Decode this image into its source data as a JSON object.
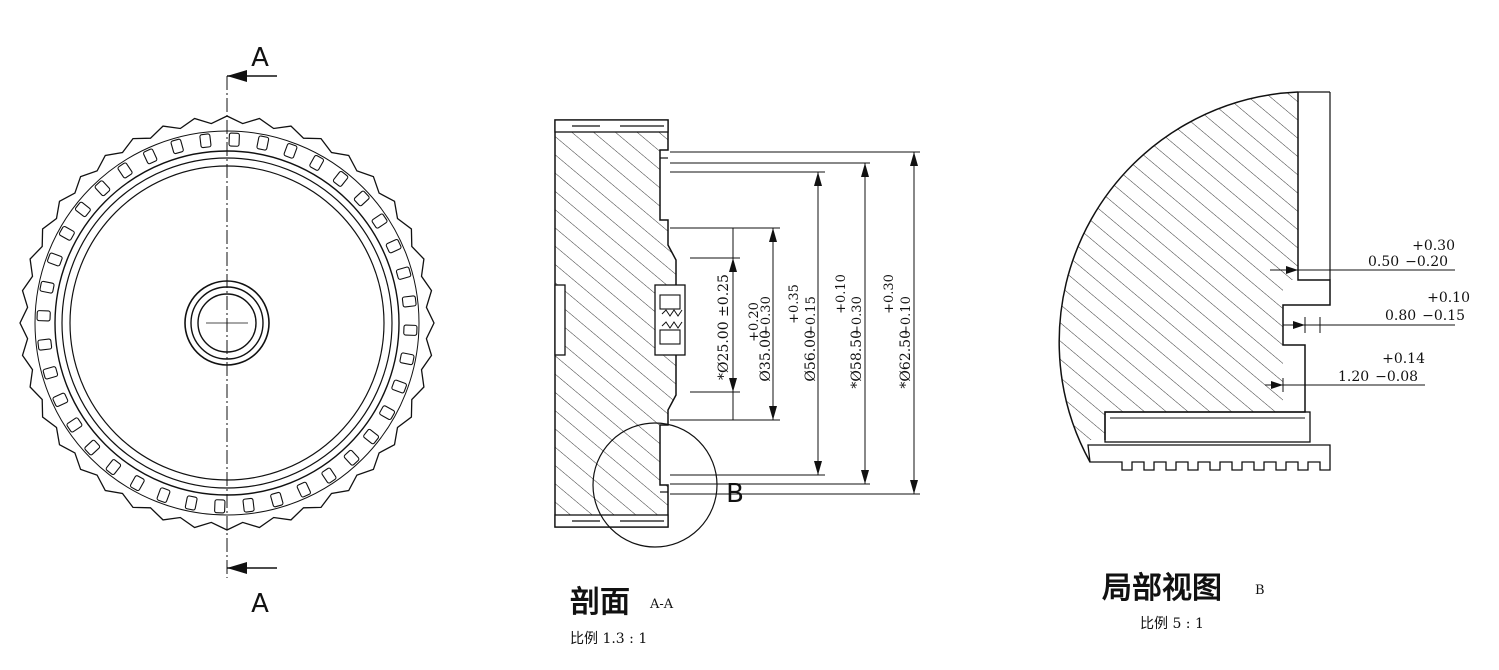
{
  "front_view": {
    "section_letter_top": "A",
    "section_letter_bottom": "A"
  },
  "section_view": {
    "title": "剖面",
    "title_suffix": "A-A",
    "scale": "比例 1.3 : 1",
    "detail_callout": "B",
    "dimensions": [
      {
        "prefix": "*",
        "text": "Ø25.00 ±0.25",
        "upper": "",
        "lower": ""
      },
      {
        "prefix": "",
        "text": "Ø35.00",
        "upper": "+0.20",
        "lower": "−0.30"
      },
      {
        "prefix": "",
        "text": "Ø56.00",
        "upper": "+0.35",
        "lower": "−0.15"
      },
      {
        "prefix": "*",
        "text": "Ø58.50",
        "upper": "+0.10",
        "lower": "−0.30"
      },
      {
        "prefix": "*",
        "text": "Ø62.50",
        "upper": "+0.30",
        "lower": "−0.10"
      }
    ]
  },
  "detail_view": {
    "title": "局部视图",
    "title_suffix": "B",
    "scale": "比例 5 : 1",
    "dimensions": [
      {
        "nominal": "0.50",
        "upper": "+0.30",
        "lower": "−0.20"
      },
      {
        "nominal": "0.80",
        "upper": "+0.10",
        "lower": "−0.15"
      },
      {
        "nominal": "1.20",
        "upper": "+0.14",
        "lower": "−0.08"
      }
    ]
  }
}
